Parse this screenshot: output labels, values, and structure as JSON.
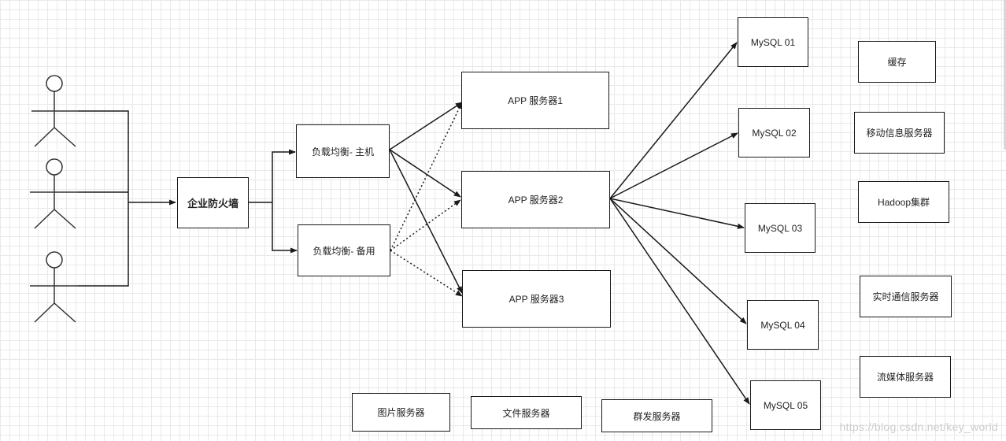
{
  "diagram": {
    "firewall": "企业防火墙",
    "load_balancers": {
      "primary": "负载均衡- 主机",
      "backup": "负载均衡- 备用"
    },
    "app_servers": [
      "APP 服务器1",
      "APP 服务器2",
      "APP 服务器3"
    ],
    "mysql": [
      "MySQL 01",
      "MySQL 02",
      "MySQL 03",
      "MySQL 04",
      "MySQL 05"
    ],
    "services": [
      "缓存",
      "移动信息服务器",
      "Hadoop集群",
      "实时通信服务器",
      "流媒体服务器"
    ],
    "bottom_servers": [
      "图片服务器",
      "文件服务器",
      "群发服务器"
    ]
  },
  "watermark": "https://blog.csdn.net/key_world"
}
